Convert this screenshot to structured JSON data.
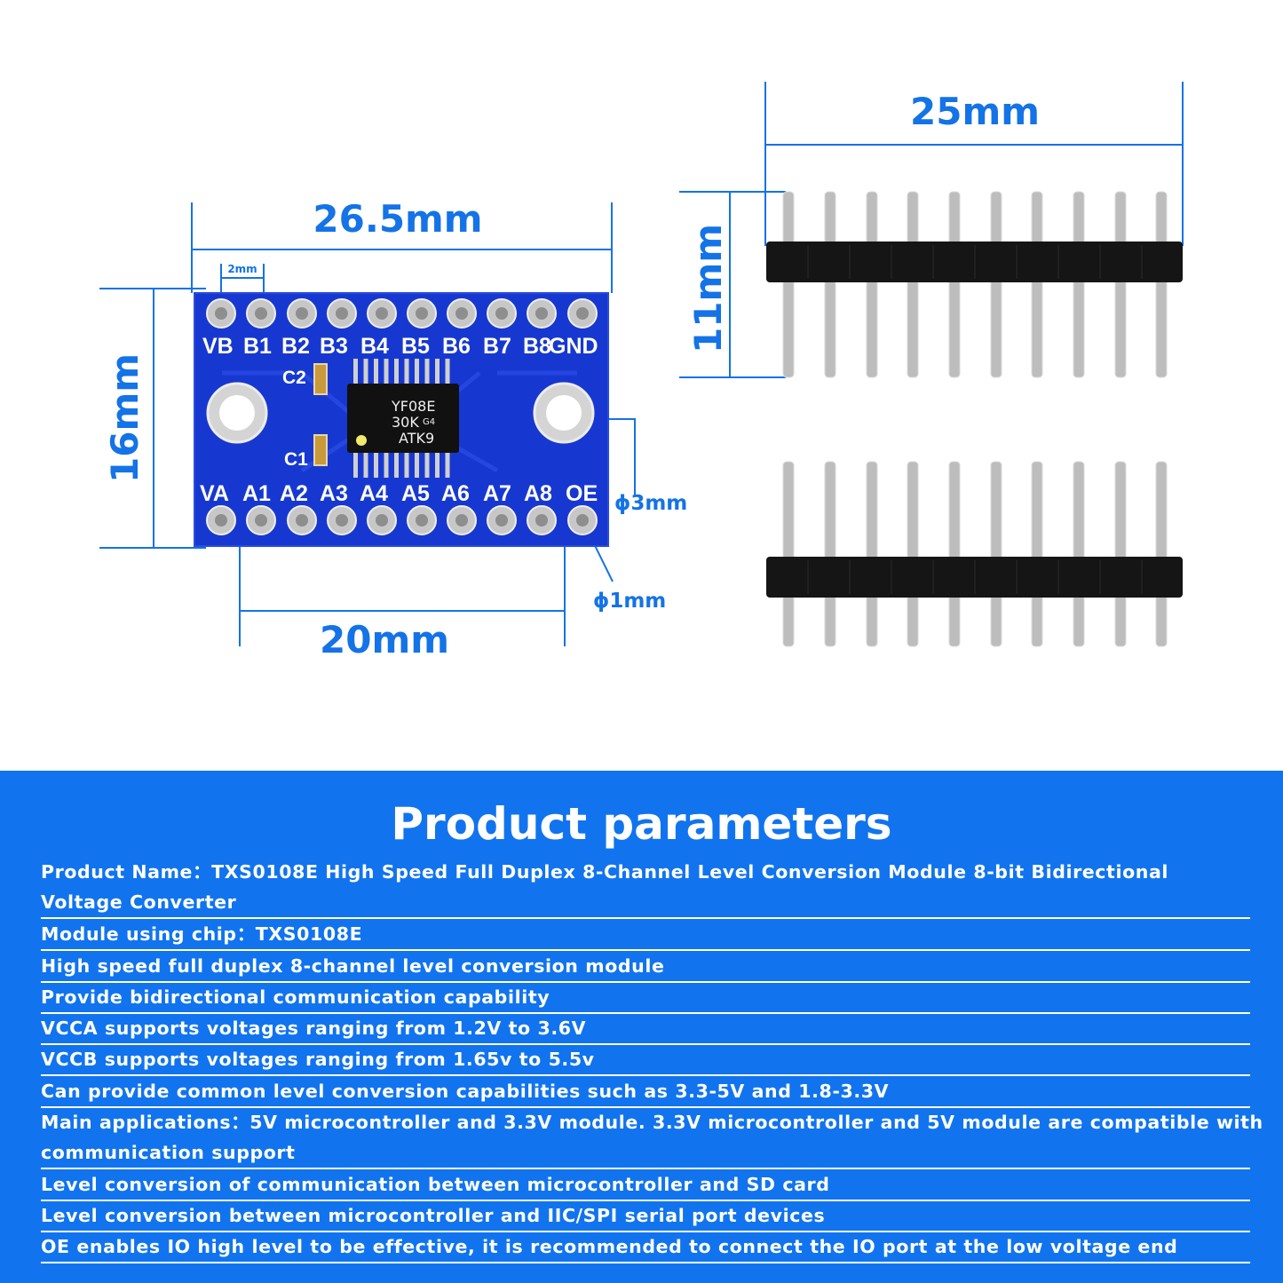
{
  "dimensions": {
    "board_width": "26.5mm",
    "pitch": "2mm",
    "board_height": "16mm",
    "hole_spacing": "20mm",
    "hole_diameter": "ϕ3mm",
    "pin_hole_diameter": "ϕ1mm",
    "header_length": "25mm",
    "header_height": "11mm"
  },
  "board": {
    "top_pins": [
      "VB",
      "B1",
      "B2",
      "B3",
      "B4",
      "B5",
      "B6",
      "B7",
      "B8",
      "GND"
    ],
    "bottom_pins": [
      "VA",
      "A1",
      "A2",
      "A3",
      "A4",
      "A5",
      "A6",
      "A7",
      "A8",
      "OE"
    ],
    "cap_top": "C2",
    "cap_bottom": "C1",
    "chip_line1": "YF08E",
    "chip_line2": "30K",
    "chip_line2_small": "G4",
    "chip_line3": "ATK9"
  },
  "colors": {
    "dimension": "#1473e6",
    "pcb": "#1738d0",
    "panel": "#1174ee"
  },
  "params": {
    "title": "Product parameters",
    "row1_line1": "Product Name：TXS0108E High Speed Full Duplex 8-Channel Level Conversion Module 8-bit Bidirectional",
    "row1_line2": "Voltage Converter",
    "row2": "Module using chip：TXS0108E",
    "row3": "High speed full duplex 8-channel level conversion module",
    "row4": "Provide bidirectional communication capability",
    "row5": "VCCA supports voltages ranging from 1.2V to 3.6V",
    "row6": "VCCB supports voltages ranging from 1.65v to 5.5v",
    "row7": "Can provide common level conversion capabilities such as 3.3-5V and 1.8-3.3V",
    "row8_line1": "Main applications：5V microcontroller and 3.3V module. 3.3V microcontroller and 5V module are compatible with",
    "row8_line2": "communication support",
    "row9": "Level conversion of communication between microcontroller and SD card",
    "row10": "Level conversion between microcontroller and IIC/SPI serial port devices",
    "row11": "OE enables IO high level to be effective, it is recommended to connect the IO port at the low voltage end"
  }
}
